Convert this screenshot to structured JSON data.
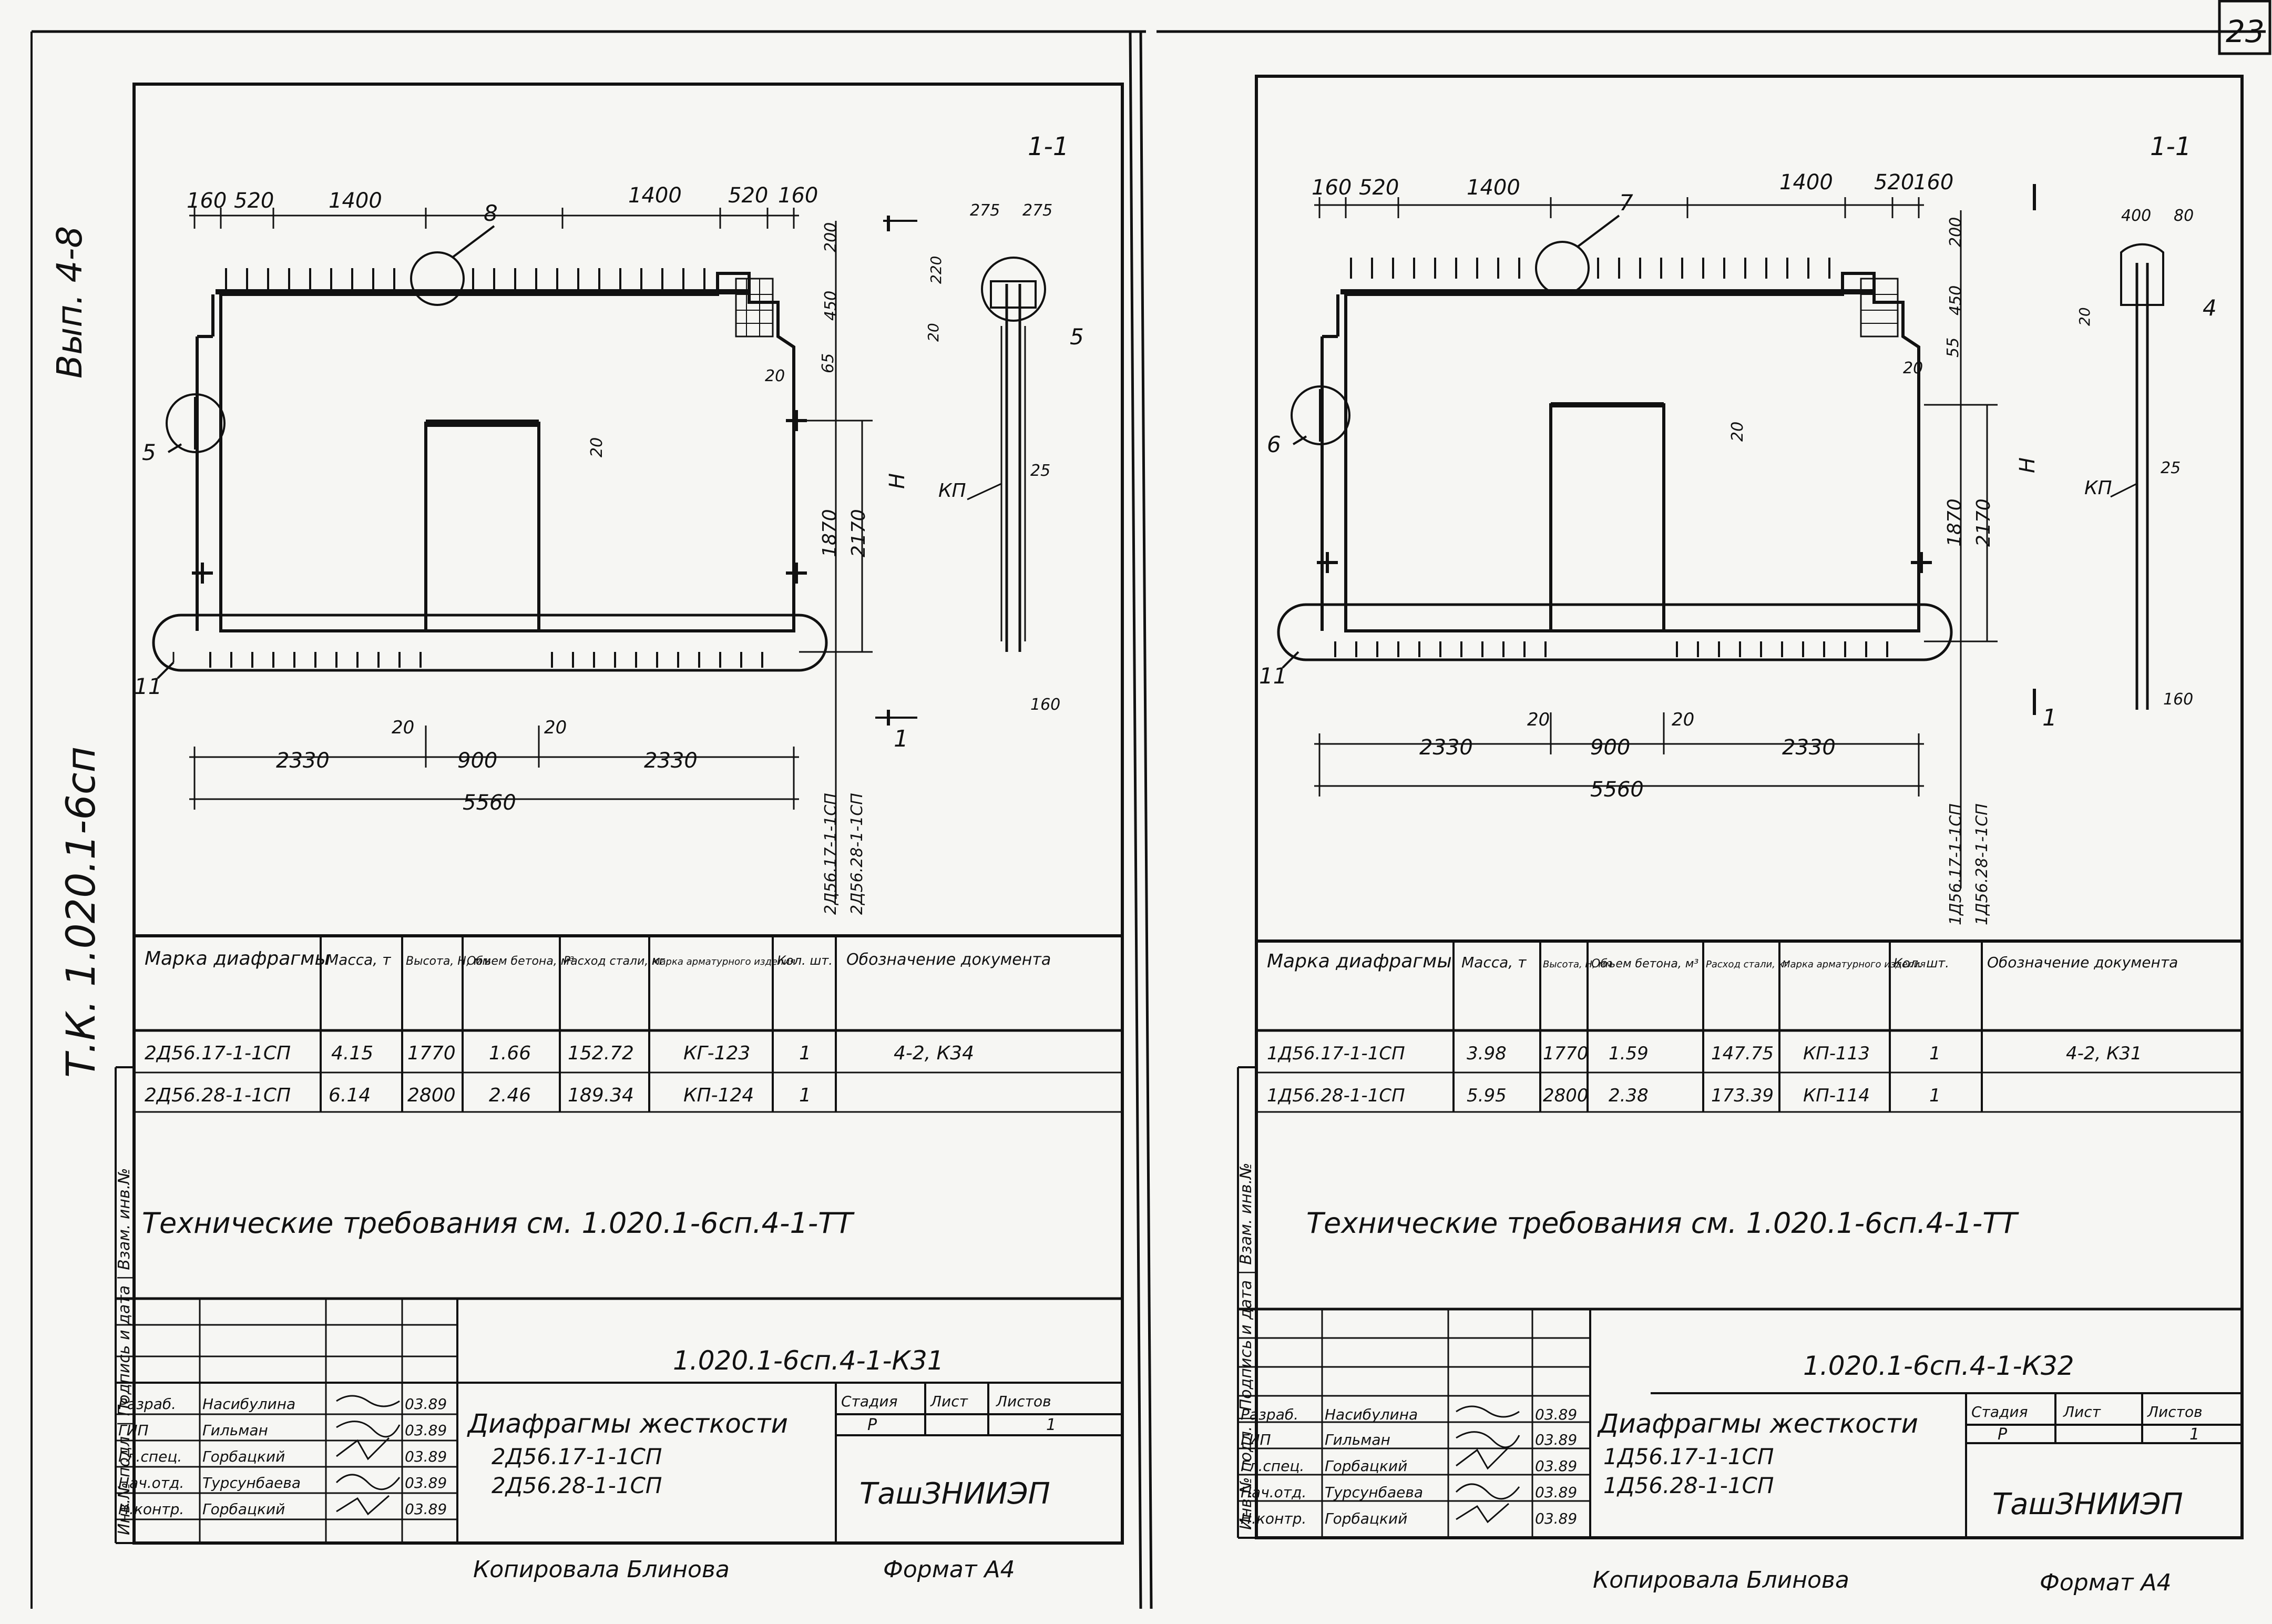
{
  "page": {
    "corner_number": "23",
    "side_series": "Вып. 4-8",
    "side_code": "Т.К. 1.020.1-6сп",
    "side_stamp": "Инв.№ подл. | Подпись и дата | Взам. инв.№"
  },
  "sheets": [
    {
      "section_label": "1-1",
      "section_mark": "1",
      "dims_top": [
        "160",
        "520",
        "1400",
        "1400",
        "520",
        "160"
      ],
      "dims_bottom": [
        "2330",
        "900",
        "2330"
      ],
      "dim_total": "5560",
      "dims_opening": [
        "20",
        "20"
      ],
      "dims_side": [
        "200",
        "450",
        "65",
        "20",
        "20",
        "1870",
        "2170"
      ],
      "dim_h": "H",
      "dims_section": [
        "275",
        "275",
        "220",
        "20",
        "25",
        "160"
      ],
      "callouts": [
        "8",
        "5",
        "5",
        "11"
      ],
      "kp_label": "КП",
      "marks_vertical": [
        "2Д56.17-1-1СП",
        "2Д56.28-1-1СП"
      ],
      "table": {
        "headers": [
          "Марка диафрагмы",
          "Масса, т",
          "Высота, Н, мм",
          "Объем бетона, м³",
          "Расход стали, кг",
          "Марка арматурного изделия",
          "Кол. шт.",
          "Обозначение документа"
        ],
        "rows": [
          [
            "2Д56.17-1-1СП",
            "4.15",
            "1770",
            "1.66",
            "152.72",
            "КГ-123",
            "1",
            "4-2, К34"
          ],
          [
            "2Д56.28-1-1СП",
            "6.14",
            "2800",
            "2.46",
            "189.34",
            "КП-124",
            "1",
            ""
          ]
        ]
      },
      "requirements": "Технические требования см. 1.020.1-6сп.4-1-ТТ",
      "doc_code": "1.020.1-6сп.4-1-К31",
      "title": "Диафрагмы жесткости",
      "subtitle_1": "2Д56.17-1-1СП",
      "subtitle_2": "2Д56.28-1-1СП",
      "stage_headers": [
        "Стадия",
        "Лист",
        "Листов"
      ],
      "stage_values": [
        "Р",
        "",
        "1"
      ],
      "org": "ТашЗНИИЭП",
      "signatures": [
        [
          "Разраб.",
          "Насибулина",
          "03.89"
        ],
        [
          "ГИП",
          "Гильман",
          "03.89"
        ],
        [
          "Гл.спец.",
          "Горбацкий",
          "03.89"
        ],
        [
          "Нач.отд.",
          "Турсунбаева",
          "03.89"
        ],
        [
          "Н.контр.",
          "Горбацкий",
          "03.89"
        ]
      ],
      "copied_by": "Копировала Блинова",
      "format": "Формат А4"
    },
    {
      "section_label": "1-1",
      "section_mark": "1",
      "dims_top": [
        "160",
        "520",
        "1400",
        "1400",
        "520",
        "160"
      ],
      "dims_bottom": [
        "2330",
        "900",
        "2330"
      ],
      "dim_total": "5560",
      "dims_opening": [
        "20",
        "20"
      ],
      "dims_side": [
        "200",
        "450",
        "55",
        "20",
        "20",
        "1870",
        "2170"
      ],
      "dim_h": "H",
      "dims_section": [
        "400",
        "80",
        "20",
        "25",
        "160"
      ],
      "callouts": [
        "7",
        "6",
        "4",
        "11"
      ],
      "kp_label": "КП",
      "marks_vertical": [
        "1Д56.17-1-1СП",
        "1Д56.28-1-1СП"
      ],
      "table": {
        "headers": [
          "Марка диафрагмы",
          "Масса, т",
          "Высота, Н, мм",
          "Объем бетона, м³",
          "Расход стали, кг",
          "Марка арматурного изделия",
          "Кол. шт.",
          "Обозначение документа"
        ],
        "rows": [
          [
            "1Д56.17-1-1СП",
            "3.98",
            "1770",
            "1.59",
            "147.75",
            "КП-113",
            "1",
            "4-2, К31"
          ],
          [
            "1Д56.28-1-1СП",
            "5.95",
            "2800",
            "2.38",
            "173.39",
            "КП-114",
            "1",
            ""
          ]
        ]
      },
      "requirements": "Технические требования см. 1.020.1-6сп.4-1-ТТ",
      "doc_code": "1.020.1-6сп.4-1-К32",
      "title": "Диафрагмы жесткости",
      "subtitle_1": "1Д56.17-1-1СП",
      "subtitle_2": "1Д56.28-1-1СП",
      "stage_headers": [
        "Стадия",
        "Лист",
        "Листов"
      ],
      "stage_values": [
        "Р",
        "",
        "1"
      ],
      "org": "ТашЗНИИЭП",
      "signatures": [
        [
          "Разраб.",
          "Насибулина",
          "03.89"
        ],
        [
          "ГИП",
          "Гильман",
          "03.89"
        ],
        [
          "Гл.спец.",
          "Горбацкий",
          "03.89"
        ],
        [
          "Нач.отд.",
          "Турсунбаева",
          "03.89"
        ],
        [
          "Н.контр.",
          "Горбацкий",
          "03.89"
        ]
      ],
      "copied_by": "Копировала Блинова",
      "format": "Формат А4"
    }
  ]
}
